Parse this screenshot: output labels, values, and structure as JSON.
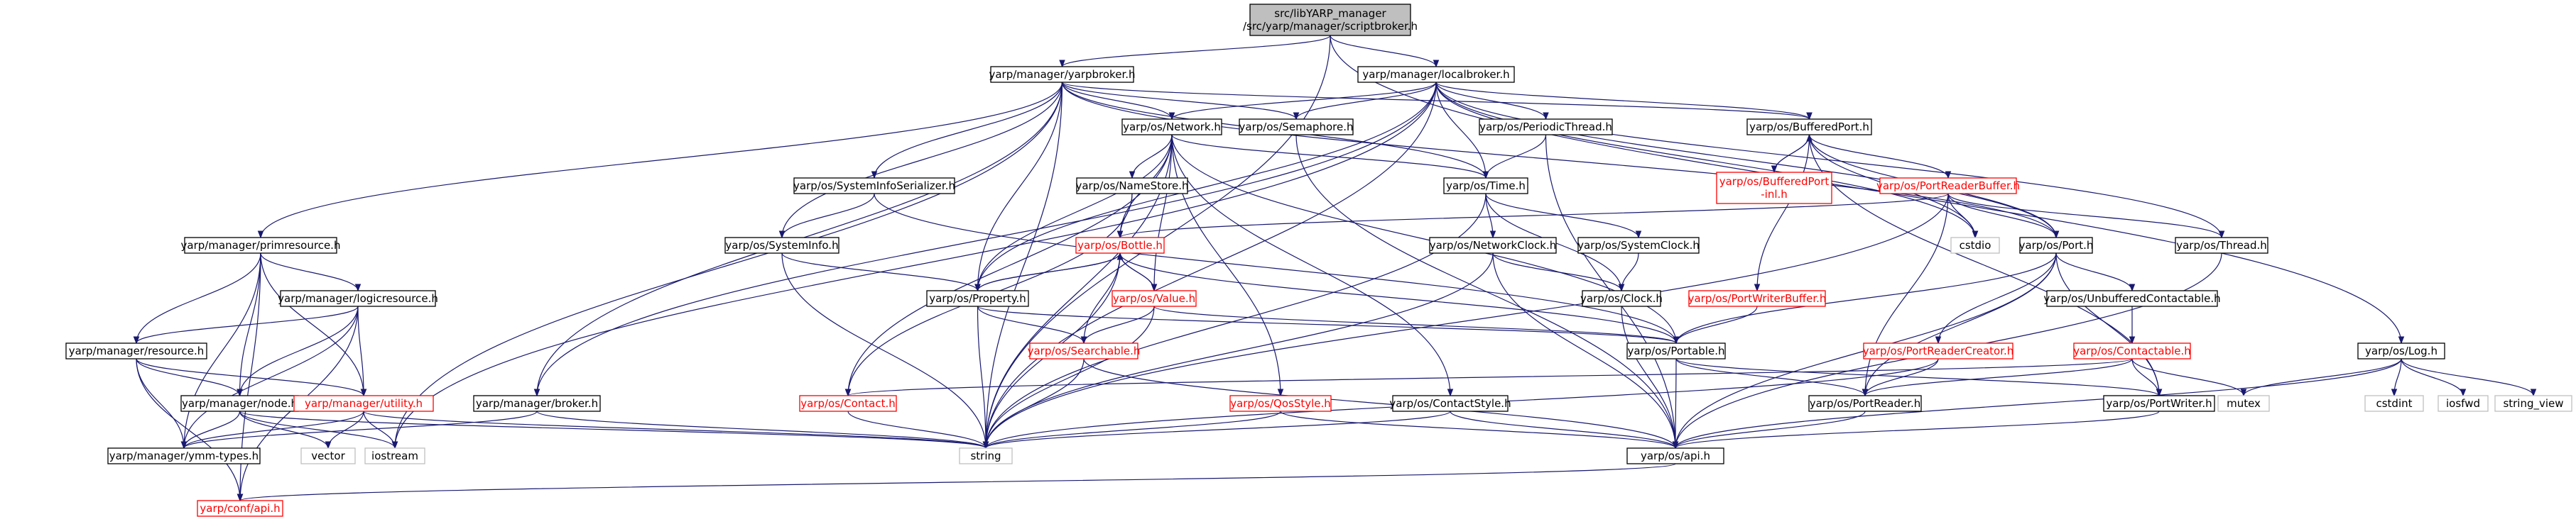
{
  "colors": {
    "edge": "#191970",
    "root_fill": "#bfbfbf",
    "normal_border": "#000000",
    "incomplete_border": "#ff0000",
    "system_border": "#bfbfbf",
    "text_normal": "#000000",
    "text_incomplete": "#ff0000",
    "text_system": "#000000"
  },
  "nodes": [
    {
      "id": "root",
      "lines": [
        "src/libYARP_manager",
        "/src/yarp/manager/scriptbroker.h"
      ],
      "kind": "root"
    },
    {
      "id": "yarpbroker",
      "lines": [
        "yarp/manager/yarpbroker.h"
      ],
      "kind": "normal"
    },
    {
      "id": "localbroker",
      "lines": [
        "yarp/manager/localbroker.h"
      ],
      "kind": "normal"
    },
    {
      "id": "log",
      "lines": [
        "yarp/os/Log.h"
      ],
      "kind": "normal"
    },
    {
      "id": "network",
      "lines": [
        "yarp/os/Network.h"
      ],
      "kind": "normal"
    },
    {
      "id": "semaphore",
      "lines": [
        "yarp/os/Semaphore.h"
      ],
      "kind": "normal"
    },
    {
      "id": "periodicthread",
      "lines": [
        "yarp/os/PeriodicThread.h"
      ],
      "kind": "normal"
    },
    {
      "id": "bufferedport",
      "lines": [
        "yarp/os/BufferedPort.h"
      ],
      "kind": "normal"
    },
    {
      "id": "bufferedportinl",
      "lines": [
        "yarp/os/BufferedPort",
        "-inl.h"
      ],
      "kind": "incomplete"
    },
    {
      "id": "sysinfoser",
      "lines": [
        "yarp/os/SystemInfoSerializer.h"
      ],
      "kind": "normal"
    },
    {
      "id": "namestore",
      "lines": [
        "yarp/os/NameStore.h"
      ],
      "kind": "normal"
    },
    {
      "id": "time",
      "lines": [
        "yarp/os/Time.h"
      ],
      "kind": "normal"
    },
    {
      "id": "portreaderbuffer",
      "lines": [
        "yarp/os/PortReaderBuffer.h"
      ],
      "kind": "incomplete"
    },
    {
      "id": "primresource",
      "lines": [
        "yarp/manager/primresource.h"
      ],
      "kind": "normal"
    },
    {
      "id": "systeminfo",
      "lines": [
        "yarp/os/SystemInfo.h"
      ],
      "kind": "normal"
    },
    {
      "id": "bottle",
      "lines": [
        "yarp/os/Bottle.h"
      ],
      "kind": "incomplete"
    },
    {
      "id": "networkclock",
      "lines": [
        "yarp/os/NetworkClock.h"
      ],
      "kind": "normal"
    },
    {
      "id": "systemclock",
      "lines": [
        "yarp/os/SystemClock.h"
      ],
      "kind": "normal"
    },
    {
      "id": "cstdio",
      "lines": [
        "cstdio"
      ],
      "kind": "system"
    },
    {
      "id": "port",
      "lines": [
        "yarp/os/Port.h"
      ],
      "kind": "normal"
    },
    {
      "id": "thread",
      "lines": [
        "yarp/os/Thread.h"
      ],
      "kind": "normal"
    },
    {
      "id": "logicresource",
      "lines": [
        "yarp/manager/logicresource.h"
      ],
      "kind": "normal"
    },
    {
      "id": "property",
      "lines": [
        "yarp/os/Property.h"
      ],
      "kind": "normal"
    },
    {
      "id": "value",
      "lines": [
        "yarp/os/Value.h"
      ],
      "kind": "incomplete"
    },
    {
      "id": "portwriterbuffer",
      "lines": [
        "yarp/os/PortWriterBuffer.h"
      ],
      "kind": "incomplete"
    },
    {
      "id": "clock",
      "lines": [
        "yarp/os/Clock.h"
      ],
      "kind": "normal"
    },
    {
      "id": "unbuffered",
      "lines": [
        "yarp/os/UnbufferedContactable.h"
      ],
      "kind": "normal"
    },
    {
      "id": "resource",
      "lines": [
        "yarp/manager/resource.h"
      ],
      "kind": "normal"
    },
    {
      "id": "searchable",
      "lines": [
        "yarp/os/Searchable.h"
      ],
      "kind": "incomplete"
    },
    {
      "id": "portable",
      "lines": [
        "yarp/os/Portable.h"
      ],
      "kind": "normal"
    },
    {
      "id": "portreadercreator",
      "lines": [
        "yarp/os/PortReaderCreator.h"
      ],
      "kind": "incomplete"
    },
    {
      "id": "contactable",
      "lines": [
        "yarp/os/Contactable.h"
      ],
      "kind": "incomplete"
    },
    {
      "id": "node",
      "lines": [
        "yarp/manager/node.h"
      ],
      "kind": "normal"
    },
    {
      "id": "utility",
      "lines": [
        "yarp/manager/utility.h"
      ],
      "kind": "incomplete"
    },
    {
      "id": "broker",
      "lines": [
        "yarp/manager/broker.h"
      ],
      "kind": "normal"
    },
    {
      "id": "contact",
      "lines": [
        "yarp/os/Contact.h"
      ],
      "kind": "incomplete"
    },
    {
      "id": "qosstyle",
      "lines": [
        "yarp/os/QosStyle.h"
      ],
      "kind": "incomplete"
    },
    {
      "id": "contactstyle",
      "lines": [
        "yarp/os/ContactStyle.h"
      ],
      "kind": "normal"
    },
    {
      "id": "portreader",
      "lines": [
        "yarp/os/PortReader.h"
      ],
      "kind": "normal"
    },
    {
      "id": "portwriter",
      "lines": [
        "yarp/os/PortWriter.h"
      ],
      "kind": "normal"
    },
    {
      "id": "mutex",
      "lines": [
        "mutex"
      ],
      "kind": "system"
    },
    {
      "id": "cstdint",
      "lines": [
        "cstdint"
      ],
      "kind": "system"
    },
    {
      "id": "iosfwd",
      "lines": [
        "iosfwd"
      ],
      "kind": "system"
    },
    {
      "id": "stringview",
      "lines": [
        "string_view"
      ],
      "kind": "system"
    },
    {
      "id": "ymmtypes",
      "lines": [
        "yarp/manager/ymm-types.h"
      ],
      "kind": "normal"
    },
    {
      "id": "vector",
      "lines": [
        "vector"
      ],
      "kind": "system"
    },
    {
      "id": "iostream",
      "lines": [
        "iostream"
      ],
      "kind": "system"
    },
    {
      "id": "string",
      "lines": [
        "string"
      ],
      "kind": "system"
    },
    {
      "id": "api",
      "lines": [
        "yarp/os/api.h"
      ],
      "kind": "normal"
    },
    {
      "id": "confapi",
      "lines": [
        "yarp/conf/api.h"
      ],
      "kind": "incomplete"
    }
  ],
  "edges": [
    [
      "root",
      "yarpbroker"
    ],
    [
      "root",
      "localbroker"
    ],
    [
      "root",
      "log"
    ],
    [
      "root",
      "string"
    ],
    [
      "yarpbroker",
      "network"
    ],
    [
      "yarpbroker",
      "semaphore"
    ],
    [
      "yarpbroker",
      "bufferedport"
    ],
    [
      "yarpbroker",
      "sysinfoser"
    ],
    [
      "yarpbroker",
      "primresource"
    ],
    [
      "yarpbroker",
      "systeminfo"
    ],
    [
      "yarpbroker",
      "property"
    ],
    [
      "yarpbroker",
      "broker"
    ],
    [
      "yarpbroker",
      "time"
    ],
    [
      "yarpbroker",
      "port"
    ],
    [
      "yarpbroker",
      "iostream"
    ],
    [
      "yarpbroker",
      "string"
    ],
    [
      "localbroker",
      "network"
    ],
    [
      "localbroker",
      "semaphore"
    ],
    [
      "localbroker",
      "periodicthread"
    ],
    [
      "localbroker",
      "bufferedport"
    ],
    [
      "localbroker",
      "time"
    ],
    [
      "localbroker",
      "port"
    ],
    [
      "localbroker",
      "thread"
    ],
    [
      "localbroker",
      "cstdio"
    ],
    [
      "localbroker",
      "property"
    ],
    [
      "localbroker",
      "broker"
    ],
    [
      "localbroker",
      "iostream"
    ],
    [
      "localbroker",
      "string"
    ],
    [
      "log",
      "api"
    ],
    [
      "log",
      "mutex"
    ],
    [
      "log",
      "cstdint"
    ],
    [
      "log",
      "iosfwd"
    ],
    [
      "log",
      "stringview"
    ],
    [
      "network",
      "namestore"
    ],
    [
      "network",
      "time"
    ],
    [
      "network",
      "property"
    ],
    [
      "network",
      "bottle"
    ],
    [
      "network",
      "value"
    ],
    [
      "network",
      "contact"
    ],
    [
      "network",
      "qosstyle"
    ],
    [
      "network",
      "contactstyle"
    ],
    [
      "network",
      "portable"
    ],
    [
      "network",
      "string"
    ],
    [
      "semaphore",
      "api"
    ],
    [
      "periodicthread",
      "time"
    ],
    [
      "periodicthread",
      "api"
    ],
    [
      "bufferedport",
      "bufferedportinl"
    ],
    [
      "bufferedport",
      "portreaderbuffer"
    ],
    [
      "bufferedport",
      "portwriterbuffer"
    ],
    [
      "bufferedport",
      "port"
    ],
    [
      "bufferedport",
      "portwriter"
    ],
    [
      "bufferedport",
      "cstdio"
    ],
    [
      "bufferedportinl",
      "bufferedport"
    ],
    [
      "sysinfoser",
      "systeminfo"
    ],
    [
      "sysinfoser",
      "portable"
    ],
    [
      "namestore",
      "bottle"
    ],
    [
      "namestore",
      "contact"
    ],
    [
      "time",
      "networkclock"
    ],
    [
      "time",
      "systemclock"
    ],
    [
      "time",
      "clock"
    ],
    [
      "time",
      "string"
    ],
    [
      "portreaderbuffer",
      "bottle"
    ],
    [
      "portreaderbuffer",
      "port"
    ],
    [
      "portreaderbuffer",
      "thread"
    ],
    [
      "portreaderbuffer",
      "portreader"
    ],
    [
      "portreaderbuffer",
      "string"
    ],
    [
      "portreaderbuffer",
      "cstdio"
    ],
    [
      "primresource",
      "resource"
    ],
    [
      "primresource",
      "node"
    ],
    [
      "primresource",
      "utility"
    ],
    [
      "primresource",
      "ymmtypes"
    ],
    [
      "primresource",
      "confapi"
    ],
    [
      "primresource",
      "logicresource"
    ],
    [
      "systeminfo",
      "property"
    ],
    [
      "systeminfo",
      "string"
    ],
    [
      "bottle",
      "property"
    ],
    [
      "bottle",
      "value"
    ],
    [
      "bottle",
      "searchable"
    ],
    [
      "bottle",
      "portable"
    ],
    [
      "bottle",
      "string"
    ],
    [
      "networkclock",
      "clock"
    ],
    [
      "networkclock",
      "api"
    ],
    [
      "networkclock",
      "string"
    ],
    [
      "systemclock",
      "clock"
    ],
    [
      "port",
      "portable"
    ],
    [
      "port",
      "unbuffered"
    ],
    [
      "port",
      "portreadercreator"
    ],
    [
      "port",
      "portreader"
    ],
    [
      "port",
      "portwriter"
    ],
    [
      "port",
      "api"
    ],
    [
      "thread",
      "api"
    ],
    [
      "logicresource",
      "resource"
    ],
    [
      "logicresource",
      "node"
    ],
    [
      "logicresource",
      "utility"
    ],
    [
      "logicresource",
      "ymmtypes"
    ],
    [
      "logicresource",
      "confapi"
    ],
    [
      "property",
      "bottle"
    ],
    [
      "property",
      "searchable"
    ],
    [
      "property",
      "portable"
    ],
    [
      "property",
      "string"
    ],
    [
      "value",
      "bottle"
    ],
    [
      "value",
      "searchable"
    ],
    [
      "value",
      "portable"
    ],
    [
      "value",
      "string"
    ],
    [
      "portwriterbuffer",
      "portable"
    ],
    [
      "clock",
      "api"
    ],
    [
      "unbuffered",
      "contactable"
    ],
    [
      "resource",
      "node"
    ],
    [
      "resource",
      "utility"
    ],
    [
      "resource",
      "ymmtypes"
    ],
    [
      "resource",
      "confapi"
    ],
    [
      "searchable",
      "string"
    ],
    [
      "searchable",
      "api"
    ],
    [
      "portable",
      "portreader"
    ],
    [
      "portable",
      "portwriter"
    ],
    [
      "portable",
      "api"
    ],
    [
      "portreadercreator",
      "portreader"
    ],
    [
      "portreadercreator",
      "string"
    ],
    [
      "contactable",
      "contact"
    ],
    [
      "contactable",
      "portreader"
    ],
    [
      "contactable",
      "portwriter"
    ],
    [
      "contactable",
      "mutex"
    ],
    [
      "node",
      "ymmtypes"
    ],
    [
      "node",
      "vector"
    ],
    [
      "node",
      "iostream"
    ],
    [
      "node",
      "string"
    ],
    [
      "utility",
      "ymmtypes"
    ],
    [
      "utility",
      "vector"
    ],
    [
      "utility",
      "iostream"
    ],
    [
      "utility",
      "string"
    ],
    [
      "broker",
      "ymmtypes"
    ],
    [
      "broker",
      "string"
    ],
    [
      "contact",
      "string"
    ],
    [
      "qosstyle",
      "string"
    ],
    [
      "qosstyle",
      "api"
    ],
    [
      "contactstyle",
      "string"
    ],
    [
      "contactstyle",
      "api"
    ],
    [
      "portreader",
      "api"
    ],
    [
      "portwriter",
      "api"
    ],
    [
      "api",
      "confapi"
    ]
  ]
}
